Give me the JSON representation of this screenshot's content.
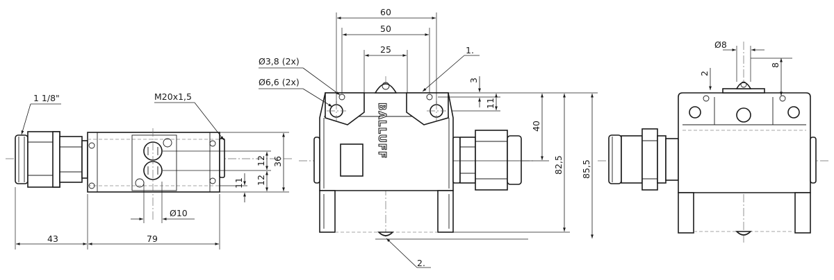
{
  "dimensions": {
    "side_thread": "1 1/8\"",
    "conduit_thread": "M20x1,5",
    "hole_diameter": "Ø10",
    "length_43": "43",
    "length_79": "79",
    "height_36": "36",
    "pitch_12a": "12",
    "pitch_12b": "12",
    "offset_11_left": "11",
    "width_60": "60",
    "width_50": "50",
    "width_25": "25",
    "hole_small": "Ø3,8 (2x)",
    "hole_large": "Ø6,6 (2x)",
    "dim_3": "3",
    "dim_11_front": "11",
    "height_40": "40",
    "height_825": "82,5",
    "height_855": "85,5",
    "pin_diameter": "Ø8",
    "dim_8": "8",
    "dim_2": "2"
  },
  "callouts": {
    "callout_1": "1.",
    "callout_2": "2."
  },
  "brand": "BALLUFF"
}
